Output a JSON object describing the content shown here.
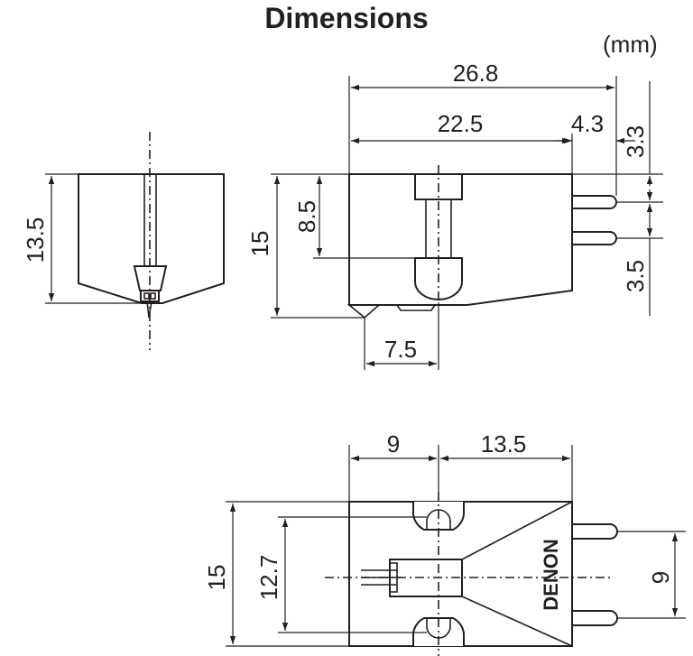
{
  "title": "Dimensions",
  "unit": "(mm)",
  "front_view": {
    "height": "13.5"
  },
  "side_view": {
    "length_total": "26.8",
    "length_body": "22.5",
    "pin_offset": "4.3",
    "pin_top": "3.3",
    "mount_height": "8.5",
    "height": "15",
    "pin_pitch": "3.5",
    "stylus_offset": "7.5"
  },
  "top_view": {
    "mount_offset": "9",
    "front_length": "13.5",
    "width": "15",
    "mount_spacing": "12.7",
    "pin_spacing": "9",
    "brand": "DENON"
  }
}
